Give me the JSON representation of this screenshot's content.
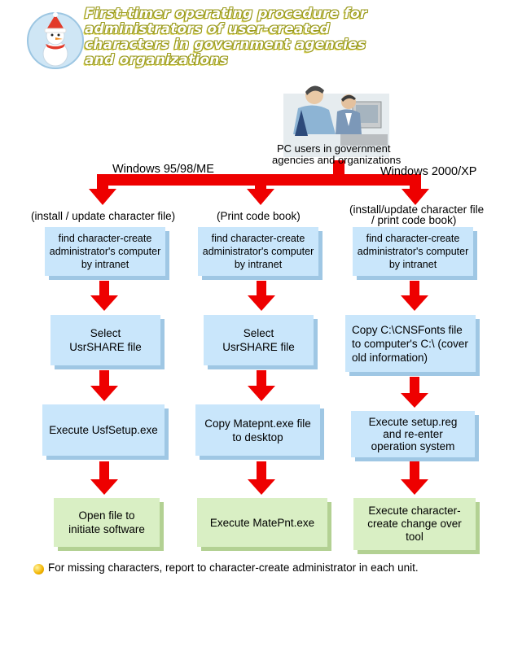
{
  "title": "First-timer operating procedure for administrators of user-created characters in government agencies and organizations",
  "top_label_line1": "PC users in government",
  "top_label_line2": "agencies and organizations",
  "os_left": "Windows 95/98/ME",
  "os_right": "Windows 2000/XP",
  "col1": {
    "header": "(install / update character file)",
    "steps": [
      "find character-create administrator's computer by intranet",
      "Select UsrSHARE file",
      "Execute UsfSetup.exe",
      "Open file to initiate software"
    ]
  },
  "col2": {
    "header": "(Print code book)",
    "steps": [
      "find character-create administrator's computer by intranet",
      "Select UsrSHARE file",
      "Copy Matepnt.exe file to desktop",
      "Execute MatePnt.exe"
    ]
  },
  "col3": {
    "header_line1": "(install/update character file",
    "header_line2": "/ print code book)",
    "steps": [
      "find character-create administrator's computer by intranet",
      "Copy C:\\CNSFonts file to computer's C:\\ (cover old information)",
      "Execute setup.reg and re-enter operation system",
      "Execute character-create change over tool"
    ]
  },
  "footnote": "For missing characters, report to character-create administrator in each unit.",
  "colors": {
    "arrow": "#ee0000",
    "box_blue": "#c9e6fb",
    "box_green": "#d9efc4",
    "title_fill": "#ffffff"
  }
}
